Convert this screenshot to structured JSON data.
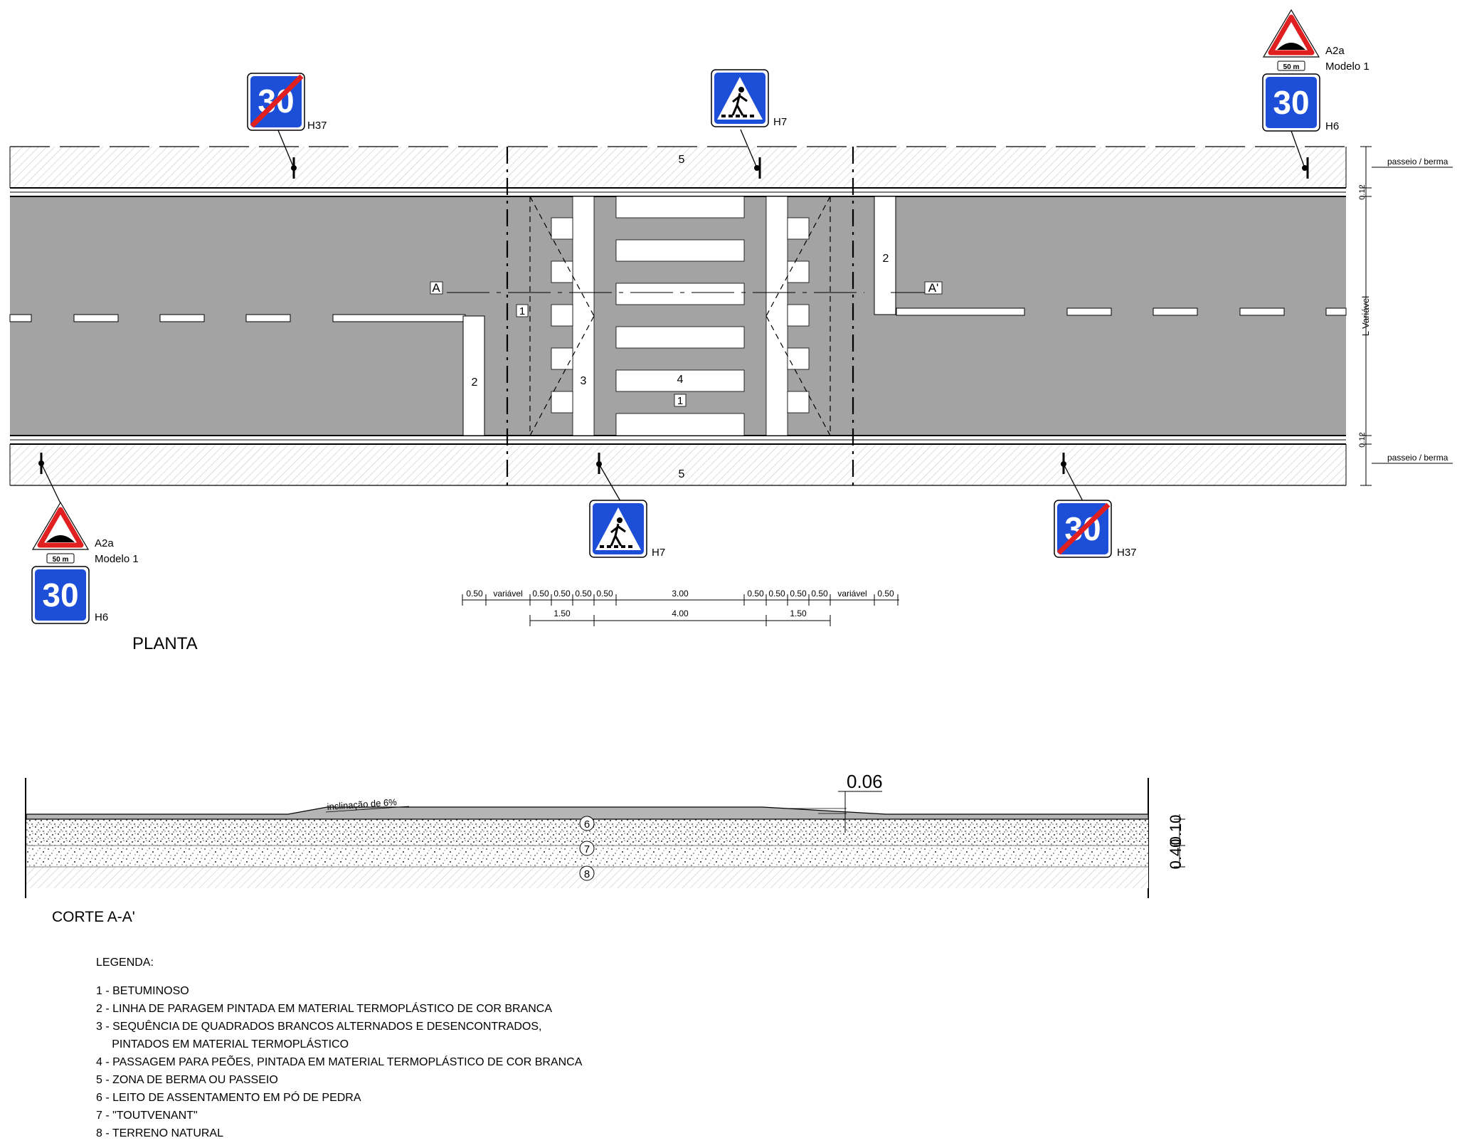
{
  "plan": {
    "title": "PLANTA",
    "section_left": "A",
    "section_right": "A'",
    "zone_top": "5",
    "zone_bottom": "5",
    "stop_left": "2",
    "stop_right": "2",
    "marker_1a": "1",
    "marker_1b": "1",
    "marker_3": "3",
    "marker_4": "4",
    "right_dims": {
      "top_label": "passeio / berma",
      "bottom_label": "passeio / berma",
      "top_small": "0.12",
      "bottom_small": "0.12",
      "width_label": "L Variável"
    }
  },
  "signs": {
    "top_left": {
      "number": "30",
      "code": "H37"
    },
    "top_center": {
      "code": "H7"
    },
    "top_right": {
      "warning_code": "A2a",
      "warning_model": "Modelo 1",
      "distance": "50 m",
      "number": "30",
      "code": "H6"
    },
    "bottom_left": {
      "warning_code": "A2a",
      "warning_model": "Modelo 1",
      "distance": "50 m",
      "number": "30",
      "code": "H6"
    },
    "bottom_center": {
      "code": "H7"
    },
    "bottom_right": {
      "number": "30",
      "code": "H37"
    }
  },
  "dimensions": {
    "row1": [
      "0.50",
      "variável",
      "0.50",
      "0.50",
      "0.50",
      "0.50",
      "3.00",
      "0.50",
      "0.50",
      "0.50",
      "0.50",
      "variável",
      "0.50"
    ],
    "row2": [
      "1.50",
      "4.00",
      "1.50"
    ]
  },
  "section": {
    "title": "CORTE A-A'",
    "slope_label": "inclinação de 6%",
    "height_label": "0.06",
    "layer_labels": [
      "6",
      "7",
      "8"
    ],
    "thickness_top": "0.10",
    "thickness_total": "0.40"
  },
  "legend": {
    "title": "LEGENDA:",
    "items": [
      "1 - BETUMINOSO",
      "2 - LINHA DE PARAGEM PINTADA EM MATERIAL TERMOPLÁSTICO DE COR BRANCA",
      "3 - SEQUÊNCIA DE QUADRADOS BRANCOS ALTERNADOS E DESENCONTRADOS,",
      "     PINTADOS EM MATERIAL TERMOPLÁSTICO",
      "4 - PASSAGEM PARA PEÕES, PINTADA EM MATERIAL TERMOPLÁSTICO DE COR BRANCA",
      "5 - ZONA DE BERMA OU PASSEIO",
      "6 - LEITO DE ASSENTAMENTO EM PÓ DE PEDRA",
      "7 - \"TOUTVENANT\"",
      "8 - TERRENO NATURAL"
    ]
  },
  "colors": {
    "road": "#a3a3a3",
    "marking": "#ffffff",
    "sign_blue": "#1d4ed8",
    "sign_red": "#e02020"
  }
}
